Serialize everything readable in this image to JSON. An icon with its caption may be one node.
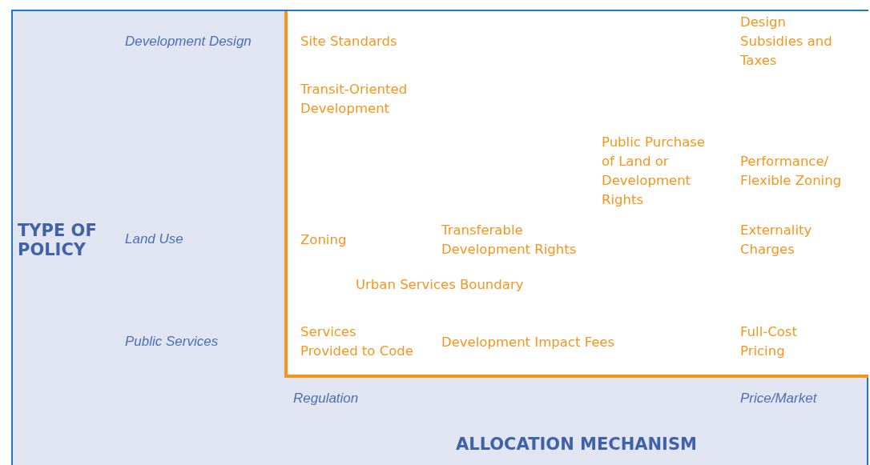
{
  "diagram": {
    "labels": [
      "Development Design",
      "Site Standards",
      "Design Subsidies and Taxes",
      "Transit-Oriented Development",
      "Public Purchase of Land or Development Rights",
      "Performance/ Flexible Zoning",
      "TYPE OF POLICY",
      "Land Use",
      "Zoning",
      "Transferable Development Rights",
      "Externality Charges",
      "Urban Services Boundary",
      "Public Services",
      "Services Provided to Code",
      "Development Impact Fees",
      "Full-Cost Pricing",
      "Regulation",
      "Price/Market",
      "ALLOCATION MECHANISM"
    ]
  }
}
